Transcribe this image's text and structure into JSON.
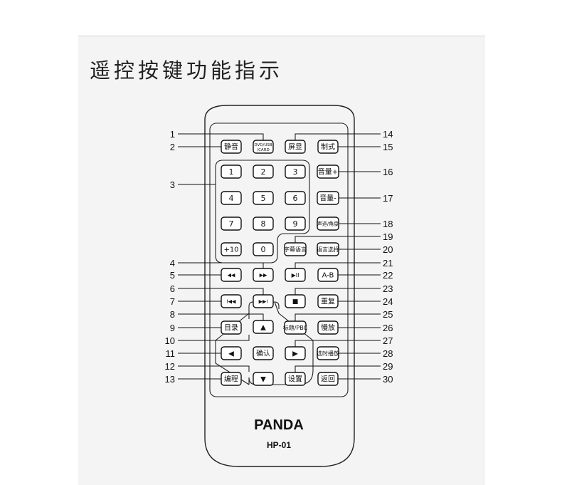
{
  "page": {
    "title": "遥控按键功能指示"
  },
  "remote": {
    "brand": "PANDA",
    "model": "HP-01",
    "buttons": {
      "mute": "静音",
      "dvd_usb_card_1": "DVD/USB",
      "dvd_usb_card_2": "/CARD",
      "screen": "屏显",
      "format": "制式",
      "digit_1": "1",
      "digit_2": "2",
      "digit_3": "3",
      "digit_4": "4",
      "digit_5": "5",
      "digit_6": "6",
      "digit_7": "7",
      "digit_8": "8",
      "digit_9": "9",
      "digit_plus10": "+10",
      "digit_0": "0",
      "vol_up": "音量+",
      "vol_down": "音量-",
      "audio_angle": "声道/角度",
      "subtitle_lang": "字幕语言",
      "lang_select": "语言选择",
      "rewind": "◀◀",
      "fast_forward": "▶▶",
      "play_pause": "▶II",
      "ab": "A-B",
      "prev": "I◀◀",
      "next": "▶▶I",
      "stop": "■",
      "repeat": "重复",
      "menu": "目录",
      "up": "▲",
      "title_pbc": "标题/PBC",
      "slow": "慢放",
      "left": "◀",
      "ok": "确认",
      "right": "▶",
      "time_play": "选时播放",
      "program": "编程",
      "down": "▼",
      "setup": "设置",
      "return": "返回"
    },
    "callouts": {
      "n1": "1",
      "n2": "2",
      "n3": "3",
      "n4": "4",
      "n5": "5",
      "n6": "6",
      "n7": "7",
      "n8": "8",
      "n9": "9",
      "n10": "10",
      "n11": "11",
      "n12": "12",
      "n13": "13",
      "n14": "14",
      "n15": "15",
      "n16": "16",
      "n17": "17",
      "n18": "18",
      "n19": "19",
      "n20": "20",
      "n21": "21",
      "n22": "22",
      "n23": "23",
      "n24": "24",
      "n25": "25",
      "n26": "26",
      "n27": "27",
      "n28": "28",
      "n29": "29",
      "n30": "30"
    }
  }
}
